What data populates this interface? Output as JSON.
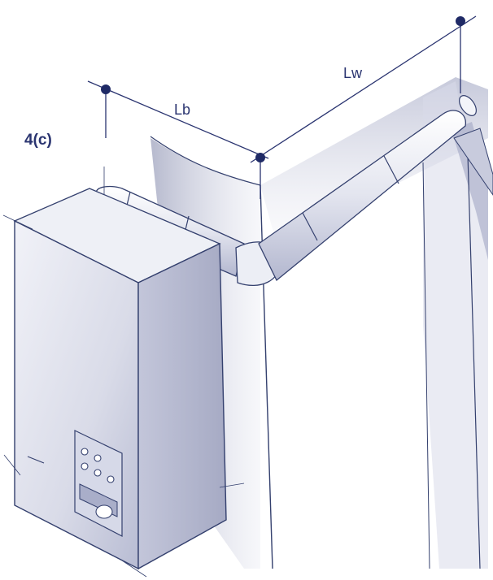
{
  "figure": {
    "figure_label": "4(c)",
    "dimensions": [
      {
        "name": "Lb"
      },
      {
        "name": "Lw"
      }
    ]
  },
  "colors": {
    "ink": "#2a3470",
    "line": "#34406e",
    "dot": "#1f2a66",
    "wall_shade": "#b9bdd2",
    "boiler_face": "#e4e6f0",
    "boiler_side": "#c7cadc",
    "panel": "#d6d9e8"
  },
  "icons": [
    "dimension-endpoint-dot",
    "control-knob-icon",
    "display-screen-icon"
  ]
}
